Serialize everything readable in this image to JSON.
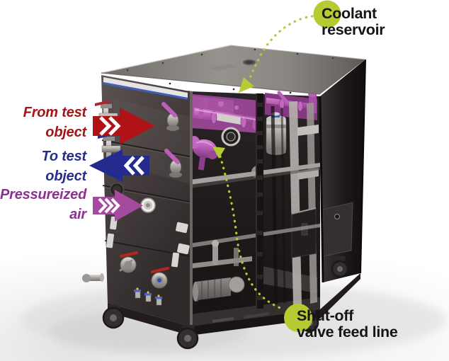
{
  "figure": {
    "illustration_alt": "3D rendering of a wheeled test cabinet with its side open, showing magenta coolant piping, pumps and frame inside"
  },
  "callouts": {
    "coolant_reservoir": {
      "label": "Coolant\nreservoir",
      "marker": "green-dot",
      "marker_color": "#b5cb31",
      "text_color": "#151515"
    },
    "shutoff_valve_feed_line": {
      "label": "Shut-off\nvalve feed line",
      "marker": "green-dot",
      "marker_color": "#b5cb31",
      "text_color": "#151515"
    },
    "from_test_object": {
      "label": "From test\nobject",
      "arrow_direction": "right",
      "arrow_color": "#b01317",
      "text_color": "#a41517"
    },
    "to_test_object": {
      "label": "To test\nobject",
      "arrow_direction": "left",
      "arrow_color": "#232c8e",
      "text_color": "#252e8e"
    },
    "pressurized_air": {
      "label": "Pressureized\nair",
      "arrow_direction": "right",
      "arrow_color": "#a44b9f",
      "text_color": "#8e2f91"
    }
  },
  "leader_lines": {
    "style": "dotted",
    "color": "#b5cb31"
  },
  "machine_colors": {
    "cabinet": "#3a3334",
    "coolant_piping": "#b258ae",
    "frame_silver": "#a5a29e"
  }
}
